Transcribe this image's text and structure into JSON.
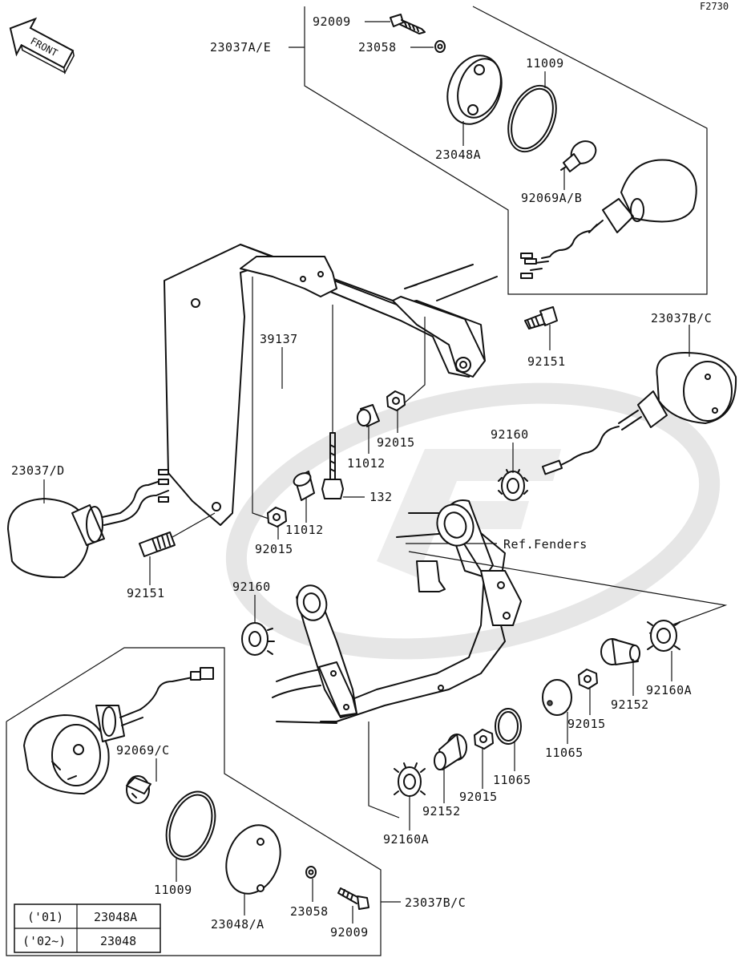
{
  "figure_code": "F2730",
  "front_arrow_label": "FRONT",
  "labels": {
    "p92009_top": "92009",
    "p23058_top": "23058",
    "p23037AE": "23037A/E",
    "p11009_top": "11009",
    "p23048A": "23048A",
    "p92069AB": "92069A/B",
    "p23037BC_top": "23037B/C",
    "p92151_right": "92151",
    "p39137": "39137",
    "p92015_a": "92015",
    "p11012_a": "11012",
    "p92160_top": "92160",
    "p23037D": "23037/D",
    "p132": "132",
    "p92015_b": "92015",
    "p11012_b": "11012",
    "p92151_left": "92151",
    "ref_fenders": "Ref.Fenders",
    "p92160_left": "92160",
    "p92160A_right": "92160A",
    "p92152_right": "92152",
    "p92015_c": "92015",
    "p11065_a": "11065",
    "p11065_b": "11065",
    "p92015_d": "92015",
    "p92152_mid": "92152",
    "p92160A_mid": "92160A",
    "p92069C": "92069/C",
    "p11009_bot": "11009",
    "p23048_A": "23048/A",
    "p23058_bot": "23058",
    "p92009_bot": "92009",
    "p23037BC_bot": "23037B/C"
  },
  "model_table": [
    {
      "year": "('01)",
      "part": "23048A"
    },
    {
      "year": "('02~)",
      "part": "23048"
    }
  ]
}
